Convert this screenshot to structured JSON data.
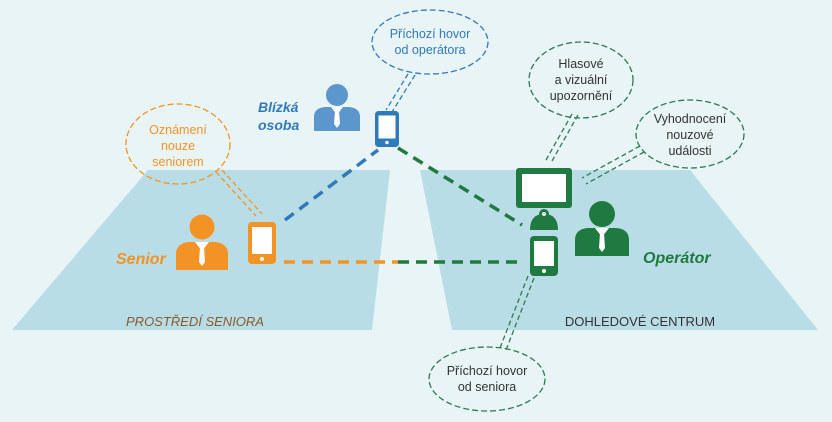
{
  "colors": {
    "background": "#e8f4f6",
    "platform": "#b9dde6",
    "orange": "#f39325",
    "blue": "#2f7ab8",
    "blue_person": "#5b97cc",
    "green": "#1e7a3e",
    "bubble_green": "#2e7b4a",
    "text_dark": "#333333"
  },
  "areas": {
    "senior_env": "PROSTŘEDÍ SENIORA",
    "monitoring_center": "DOHLEDOVÉ CENTRUM"
  },
  "actors": {
    "senior": "Senior",
    "close_person_line1": "Blízká",
    "close_person_line2": "osoba",
    "operator": "Operátor"
  },
  "bubbles": {
    "emergency_line1": "Oznámení",
    "emergency_line2": "nouze",
    "emergency_line3": "seniorem",
    "incoming_operator_line1": "Příchozí hovor",
    "incoming_operator_line2": "od operátora",
    "alerts_line1": "Hlasové",
    "alerts_line2": "a vizuální",
    "alerts_line3": "upozornění",
    "evaluation_line1": "Vyhodnocení",
    "evaluation_line2": "nouzové",
    "evaluation_line3": "události",
    "incoming_senior_line1": "Příchozí hovor",
    "incoming_senior_line2": "od seniora"
  },
  "icons": {
    "senior": "person-icon",
    "close_person": "person-icon",
    "operator": "person-icon",
    "phone": "smartphone-icon",
    "monitor": "monitor-icon",
    "webcam": "webcam-icon"
  }
}
